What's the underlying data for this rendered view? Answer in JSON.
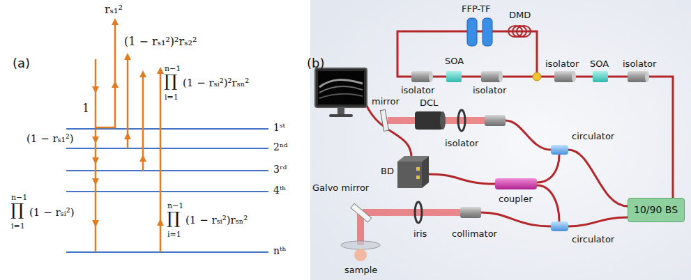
{
  "diagram": {
    "nodes": [
      {
        "text": [
          "10/90 BS"
        ]
      }
    ],
    "labels": [
      "(a)",
      "rₛ₁²",
      "(1 − rₛ₁²)²rₛ₂²",
      "1",
      "n−1",
      "∏",
      "i=1",
      "(1 − rₛᵢ²)²rₛₙ²",
      "(1 − rₛ₁²)",
      "n−1",
      "∏",
      "i=1",
      "(1 − rₛᵢ²)",
      "n−1",
      "∏",
      "i=1",
      "(1 − rₛᵢ²)rₛₙ²",
      "1ˢᵗ",
      "2ⁿᵈ",
      "3ʳᵈ",
      "4ᵗʰ",
      "nᵗʰ",
      "(b)",
      "FFP-TF",
      "DMD",
      "isolator",
      "SOA",
      "isolator",
      "isolator",
      "SOA",
      "isolator",
      "mirror",
      "DCL",
      "isolator",
      "circulator",
      "BD",
      "coupler",
      "Galvo mirror",
      "iris",
      "collimator",
      "circulator",
      "sample"
    ]
  }
}
